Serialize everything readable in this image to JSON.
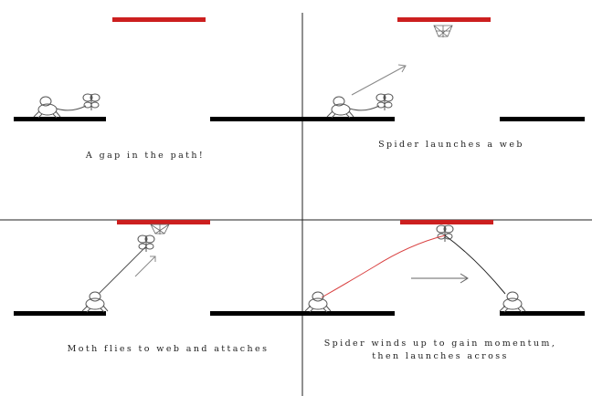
{
  "panels": [
    {
      "caption": "A gap in the path!"
    },
    {
      "caption": "Spider launches a web"
    },
    {
      "caption": "Moth flies to web and attaches"
    },
    {
      "caption": "Spider winds up to gain momentum,\nthen launches across"
    }
  ],
  "colors": {
    "platform": "#000000",
    "ceiling": "#cc1f1f",
    "sketch": "#555555",
    "swing_path": "#d94040",
    "divider": "#222222"
  }
}
